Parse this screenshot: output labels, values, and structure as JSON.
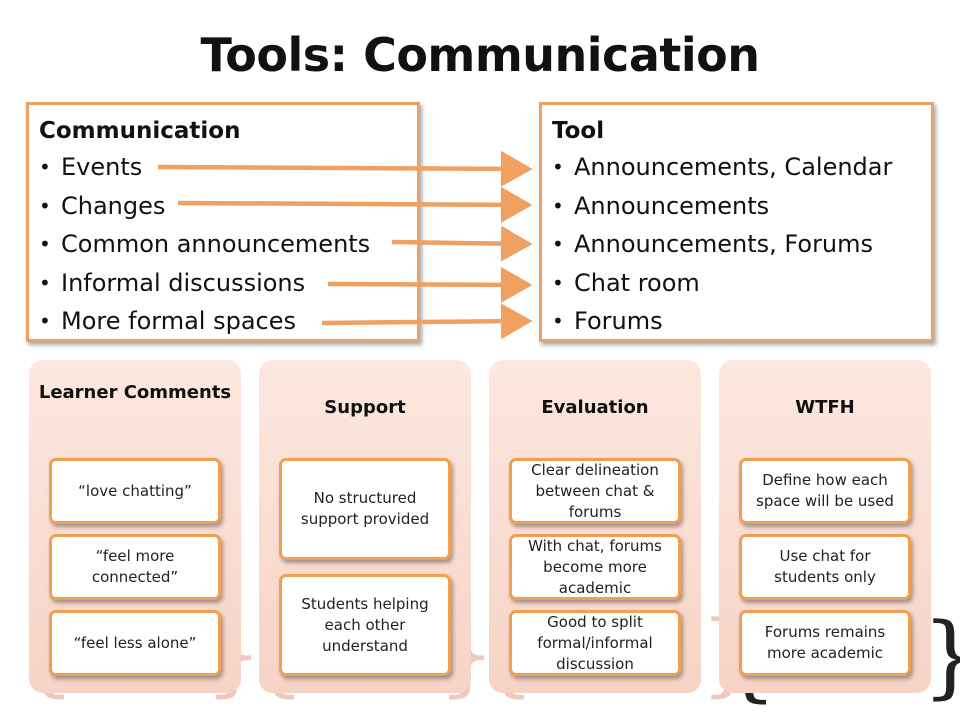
{
  "title": "Tools: Communication",
  "communication": {
    "heading": "Communication",
    "items": [
      "Events",
      "Changes",
      "Common announcements",
      "Informal discussions",
      "More formal spaces"
    ]
  },
  "tool": {
    "heading": "Tool",
    "items": [
      "Announcements, Calendar",
      "Announcements",
      "Announcements, Forums",
      "Chat room",
      "Forums"
    ]
  },
  "bullet": "•",
  "columns": [
    {
      "title": "Learner Comments",
      "cards": [
        "“love chatting”",
        "“feel more connected”",
        "“feel less alone”"
      ]
    },
    {
      "title": "Support",
      "cards": [
        "No structured support provided",
        "Students helping each other understand"
      ]
    },
    {
      "title": "Evaluation",
      "cards": [
        "Clear delineation between chat & forums",
        "With chat, forums become more academic",
        "Good to split formal/informal discussion"
      ]
    },
    {
      "title": "WTFH",
      "cards": [
        "Define how each space will be used",
        "Use chat for students only",
        "Forums remains more academic"
      ]
    }
  ],
  "colors": {
    "accent": "#f0a050",
    "arrow": "#f0a060",
    "column_bg": "#f9dccf"
  }
}
